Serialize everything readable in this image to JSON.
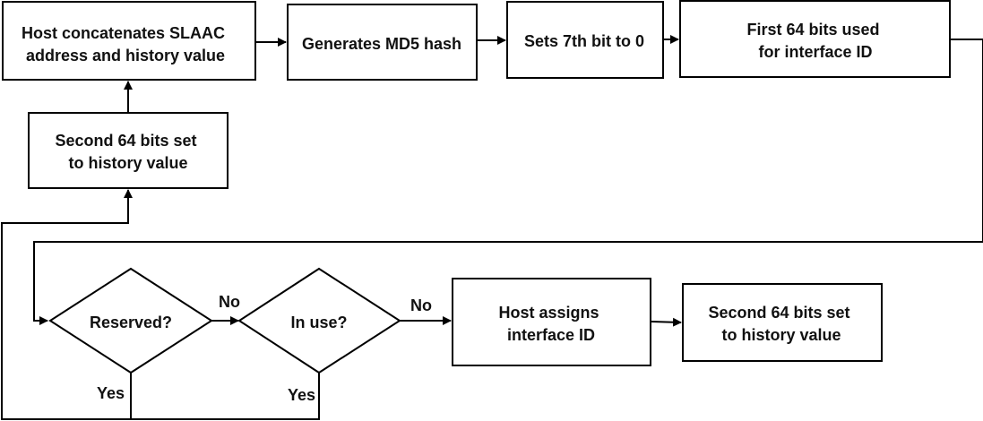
{
  "nodes": {
    "concat": {
      "lines": [
        "Host concatenates SLAAC",
        "address and history value"
      ]
    },
    "md5": {
      "lines": [
        "Generates MD5 hash"
      ]
    },
    "bit7": {
      "lines": [
        "Sets 7th bit to 0"
      ]
    },
    "first64": {
      "lines": [
        "First 64 bits used",
        "for interface ID"
      ]
    },
    "second64_top": {
      "lines": [
        "Second 64 bits set",
        "to history value"
      ]
    },
    "reserved": {
      "lines": [
        "Reserved?"
      ]
    },
    "inuse": {
      "lines": [
        "In use?"
      ]
    },
    "assign": {
      "lines": [
        "Host assigns",
        "interface ID"
      ]
    },
    "second64_bottom": {
      "lines": [
        "Second 64 bits set",
        "to history value"
      ]
    }
  },
  "edge_labels": {
    "reserved_no": "No",
    "inuse_no": "No",
    "reserved_yes": "Yes",
    "inuse_yes": "Yes"
  },
  "colors": {
    "stroke": "#000000",
    "fill": "#ffffff",
    "text": "#111111"
  }
}
